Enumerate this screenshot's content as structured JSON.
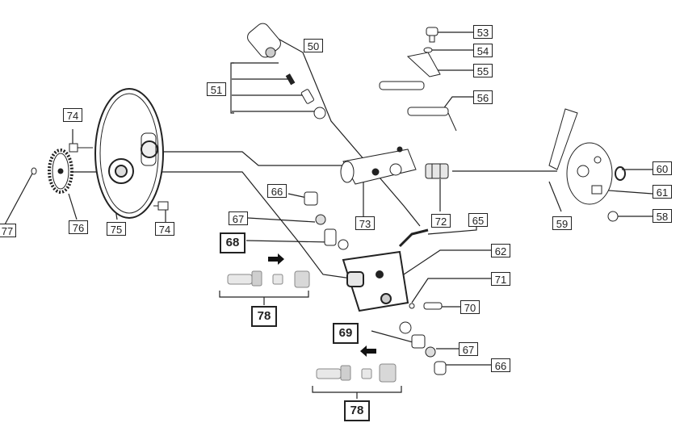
{
  "diagram": {
    "callouts": {
      "c50": "50",
      "c51": "51",
      "c53": "53",
      "c54": "54",
      "c55": "55",
      "c56": "56",
      "c58": "58",
      "c59": "59",
      "c60": "60",
      "c61": "61",
      "c62": "62",
      "c65": "65",
      "c66a": "66",
      "c66b": "66",
      "c67a": "67",
      "c67b": "67",
      "c68": "68",
      "c69": "69",
      "c70": "70",
      "c71": "71",
      "c72": "72",
      "c73": "73",
      "c74a": "74",
      "c74b": "74",
      "c75": "75",
      "c76": "76",
      "c77": "77",
      "c78a": "78",
      "c78b": "78"
    },
    "colors": {
      "line": "#222222",
      "fill": "#ffffff",
      "part": "#e6e6e6",
      "arrow": "#111111"
    }
  }
}
